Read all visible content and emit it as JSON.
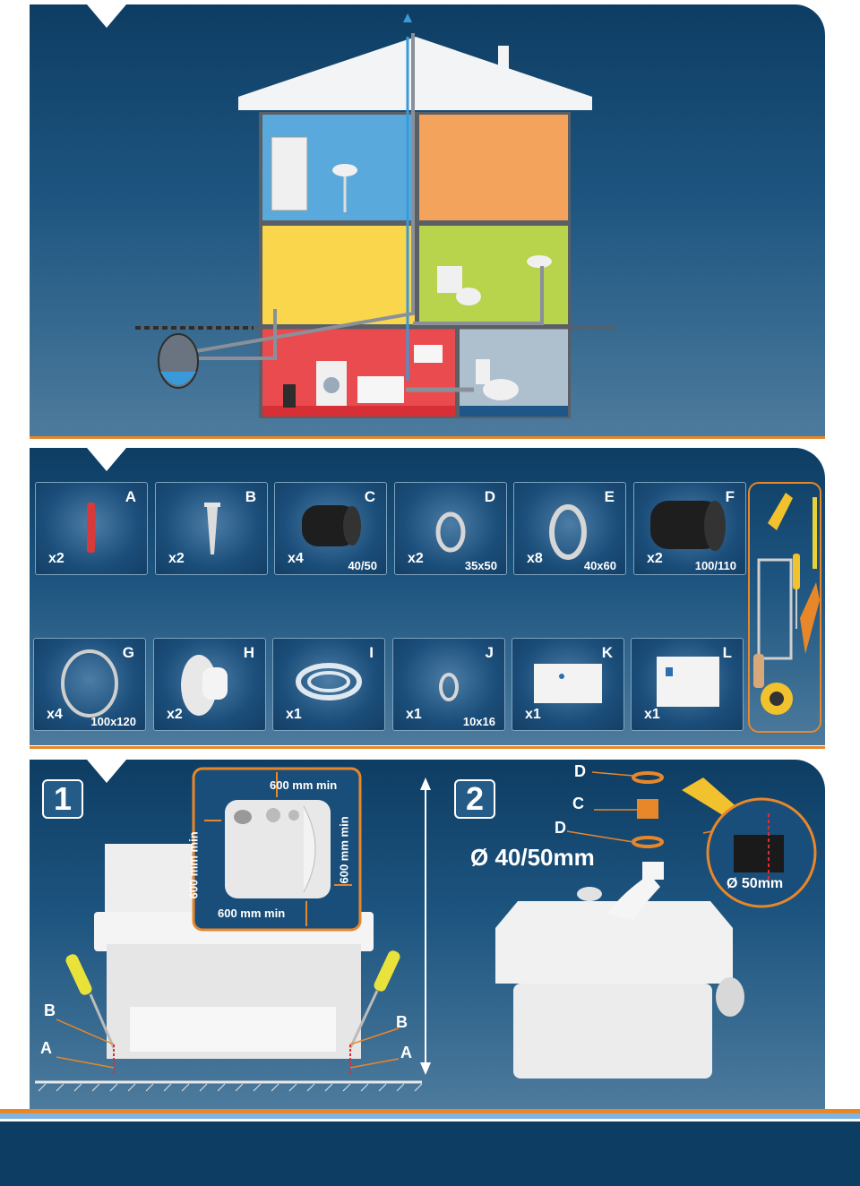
{
  "components": [
    {
      "letter": "A",
      "qty": "x2",
      "dim": "",
      "icon": "wall-plug-icon"
    },
    {
      "letter": "B",
      "qty": "x2",
      "dim": "",
      "icon": "screw-icon"
    },
    {
      "letter": "C",
      "qty": "x4",
      "dim": "40/50",
      "icon": "rubber-sleeve-icon"
    },
    {
      "letter": "D",
      "qty": "x2",
      "dim": "35x50",
      "icon": "hose-clamp-icon"
    },
    {
      "letter": "E",
      "qty": "x8",
      "dim": "40x60",
      "icon": "hose-clamp-icon"
    },
    {
      "letter": "F",
      "qty": "x2",
      "dim": "100/110",
      "icon": "large-sleeve-icon"
    },
    {
      "letter": "G",
      "qty": "x4",
      "dim": "100x120",
      "icon": "large-clamp-icon"
    },
    {
      "letter": "H",
      "qty": "x2",
      "dim": "",
      "icon": "plug-icon"
    },
    {
      "letter": "I",
      "qty": "x1",
      "dim": "",
      "icon": "tube-icon"
    },
    {
      "letter": "J",
      "qty": "x1",
      "dim": "10x16",
      "icon": "small-clamp-icon"
    },
    {
      "letter": "K",
      "qty": "x1",
      "dim": "",
      "icon": "control-box-icon"
    },
    {
      "letter": "L",
      "qty": "x1",
      "dim": "",
      "icon": "alarm-box-icon"
    }
  ],
  "step1": {
    "number": "1",
    "clearance_top": "600 mm min",
    "clearance_left": "600 mm min",
    "clearance_right": "600 mm min",
    "clearance_bottom": "600 mm min",
    "label_b_left": "B",
    "label_a_left": "A",
    "label_b_right": "B",
    "label_a_right": "A"
  },
  "step2": {
    "number": "2",
    "label_d_top": "D",
    "label_c": "C",
    "label_d_bottom": "D",
    "pipe_diameter": "Ø 40/50mm",
    "cut_diameter": "Ø 50mm"
  },
  "colors": {
    "panel": "#0e3d63",
    "accent": "#e8872a"
  }
}
